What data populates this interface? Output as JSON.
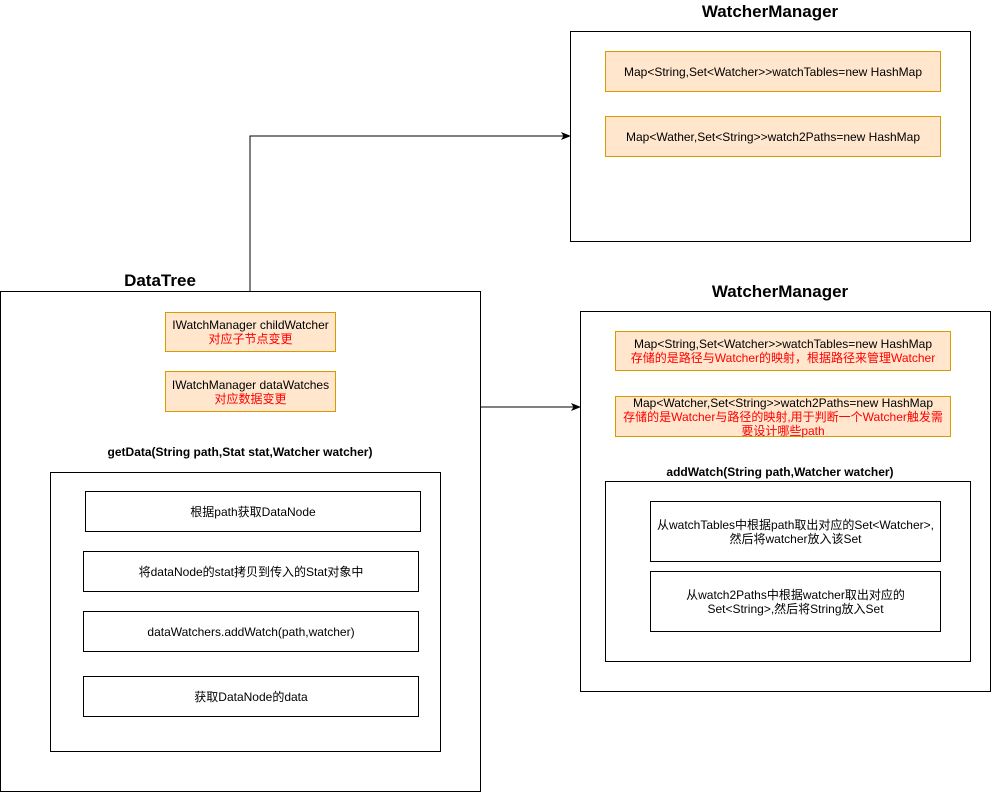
{
  "watcher_manager_top": {
    "title": "WatcherManager",
    "fields": [
      {
        "label": "Map<String,Set<Watcher>>watchTables=new HashMap"
      },
      {
        "label": "Map<Wather,Set<String>>watch2Paths=new HashMap"
      }
    ]
  },
  "data_tree": {
    "title": "DataTree",
    "child_watcher": {
      "label": "IWatchManager childWatcher",
      "note": "对应子节点变更"
    },
    "data_watches": {
      "label": "IWatchManager dataWatches",
      "note": "对应数据变更"
    },
    "get_data": {
      "title": "getData(String path,Stat stat,Watcher watcher)",
      "steps": [
        "根据path获取DataNode",
        "将dataNode的stat拷贝到传入的Stat对象中",
        "dataWatchers.addWatch(path,watcher)",
        "获取DataNode的data"
      ]
    }
  },
  "watcher_manager_bottom": {
    "title": "WatcherManager",
    "fields": [
      {
        "label": "Map<String,Set<Watcher>>watchTables=new HashMap",
        "note": "存储的是路径与Watcher的映射，根据路径来管理Watcher"
      },
      {
        "label": "Map<Watcher,Set<String>>watch2Paths=new HashMap",
        "note": "存储的是Watcher与路径的映射,用于判断一个Watcher触发需要设计哪些path"
      }
    ],
    "add_watch": {
      "title": "addWatch(String path,Watcher watcher)",
      "steps": [
        "从watchTables中根据path取出对应的Set<Watcher>,然后将watcher放入该Set",
        "从watch2Paths中根据watcher取出对应的Set<String>,然后将String放入Set"
      ]
    }
  },
  "colors": {
    "field_fill": "#ffe6cc",
    "field_border": "#d79b00",
    "note_text": "#ff0000",
    "line": "#000000"
  }
}
